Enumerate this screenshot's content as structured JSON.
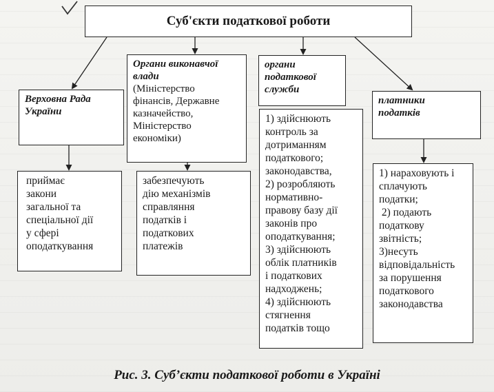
{
  "diagram": {
    "title": "Суб'єкти податкової роботи",
    "categories": [
      {
        "id": "verkhovna",
        "label_lines": [
          "Верховна Рада",
          "України"
        ],
        "description_lines": [
          "приймає",
          "закони",
          "загальної та",
          "спеціальної дії",
          "у сфері",
          "оподаткування"
        ]
      },
      {
        "id": "executive",
        "label_lines": [
          "Органи виконавчої",
          "влади"
        ],
        "sublabel_lines": [
          "(Міністерство",
          "фінансів, Державне",
          "казначейство,",
          "Міністерство",
          "економіки)"
        ],
        "description_lines": [
          "забезпечують",
          "дію механізмів",
          "справляння",
          "податків і",
          "податкових",
          "платежів"
        ]
      },
      {
        "id": "tax-service",
        "label_lines": [
          "органи",
          "податкової",
          "служби"
        ],
        "description_lines": [
          "1) здійснюють",
          "контроль за",
          "дотриманням",
          "податкового;",
          "законодавства,",
          "2) розробляють",
          "нормативно-",
          "правову базу дії",
          "законів про",
          "оподаткування;",
          "3) здійснюють",
          "облік платників",
          "і податкових",
          "надходжень;",
          "4) здійснюють",
          "стягнення",
          "податків тощо"
        ]
      },
      {
        "id": "payers",
        "label_lines": [
          "платники",
          "податків"
        ],
        "description_lines": [
          "1) нараховують і",
          "сплачують",
          "податки;",
          " 2) подають",
          "податкову",
          "звітність;",
          "3)несуть",
          "відповідальність",
          "за порушення",
          "податкового",
          "законодавства"
        ]
      }
    ],
    "caption": "Рис. 3. Суб’єкти податкової роботи в Україні"
  }
}
